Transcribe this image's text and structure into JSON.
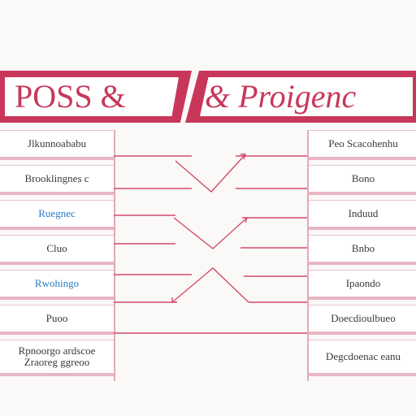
{
  "header": {
    "left_title": "POSS &",
    "right_title": "& Proigenc"
  },
  "left_column": {
    "items": [
      {
        "label": "Jlkunnoababu"
      },
      {
        "label": "Brooklingnes c"
      },
      {
        "label": "Ruegnec"
      },
      {
        "label": "Cluo"
      },
      {
        "label": "Rwohingo"
      },
      {
        "label": "Puoo"
      },
      {
        "label": "Rpnoorgo ardscoe"
      },
      {
        "label": "Zraoreg ggreoo"
      }
    ]
  },
  "right_column": {
    "items": [
      {
        "label": "Peo Scacohenhu"
      },
      {
        "label": "Bono"
      },
      {
        "label": "Induud"
      },
      {
        "label": "Bnbo"
      },
      {
        "label": "Ipaondo"
      },
      {
        "label": "Doecdioulbueo"
      },
      {
        "label": "Degcdoenac eanu"
      }
    ]
  },
  "colors": {
    "accent": "#c8375a",
    "row_border": "#e8b6c4",
    "connector": "#d24b6d",
    "blue_text": "#2a7cc4"
  }
}
